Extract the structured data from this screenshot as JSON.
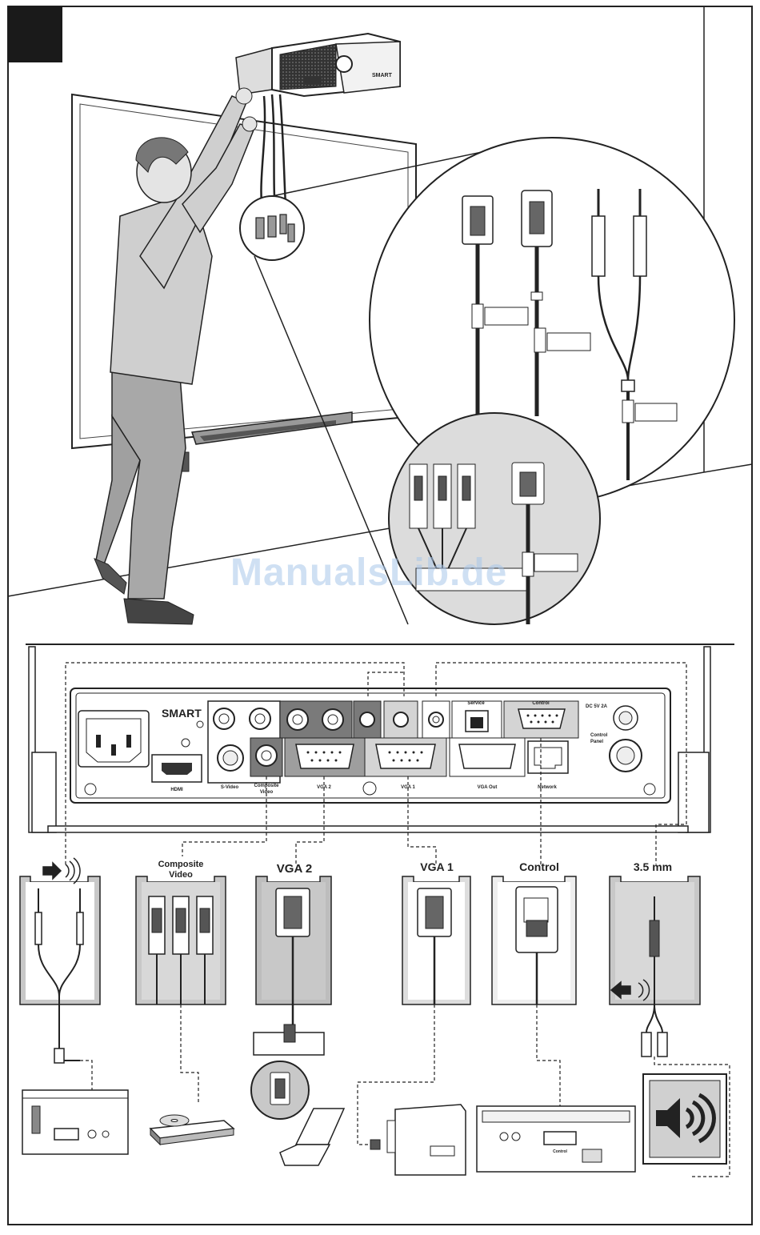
{
  "watermark": "ManualsLib.de",
  "brand": "SMART",
  "panel_labels": {
    "dc": "DC 5V 2A",
    "control_panel": "Control Panel",
    "hdmi": "HDMI",
    "svideo": "S-Video",
    "composite": "Composite Video",
    "vga2": "VGA 2",
    "vga1": "VGA 1",
    "vga_out": "VGA Out",
    "network": "Network",
    "service": "Service",
    "control": "Control"
  },
  "bottom_labels": {
    "composite": "Composite Video",
    "vga2": "VGA 2",
    "vga1": "VGA 1",
    "control": "Control",
    "mm35": "3.5 mm"
  },
  "device_labels": {
    "control": "Control"
  },
  "colors": {
    "outline": "#222222",
    "gray_fill": "#bdbdbd",
    "dark_gray": "#7a7a7a",
    "watermark": "#a9c7ea"
  }
}
